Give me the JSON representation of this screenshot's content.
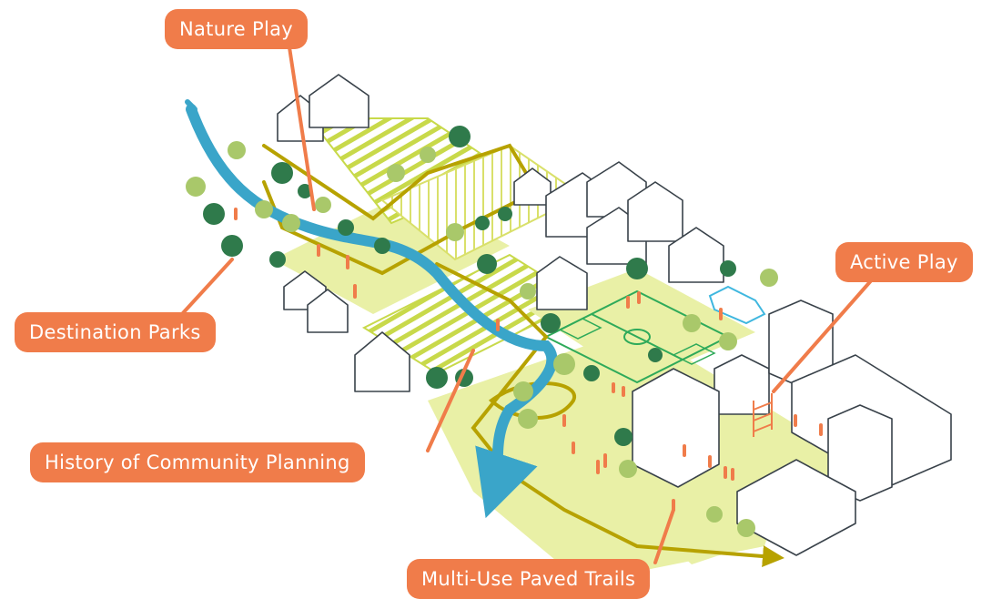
{
  "labels": {
    "nature_play": "Nature Play",
    "destination_parks": "Destination Parks",
    "active_play": "Active Play",
    "history": "History of Community Planning",
    "trails": "Multi-Use Paved Trails"
  },
  "colors": {
    "label_bg": "#f07c4a",
    "label_text": "#ffffff",
    "river": "#3aa5c9",
    "trail": "#b7a200",
    "park_fill": "#e9f0a6",
    "stripe": "#c8d94a",
    "field": "#2eaa5a",
    "tree_dark": "#2f7a4b",
    "tree_light": "#a9c86a",
    "people": "#f07c4a",
    "car": "#3fb7df",
    "building_stroke": "#39424a"
  },
  "icons": [
    "people-icon",
    "car-icon",
    "tree-icon",
    "house-icon",
    "soccer-field-icon",
    "climbing-tower-icon",
    "river-arrow-icon"
  ]
}
